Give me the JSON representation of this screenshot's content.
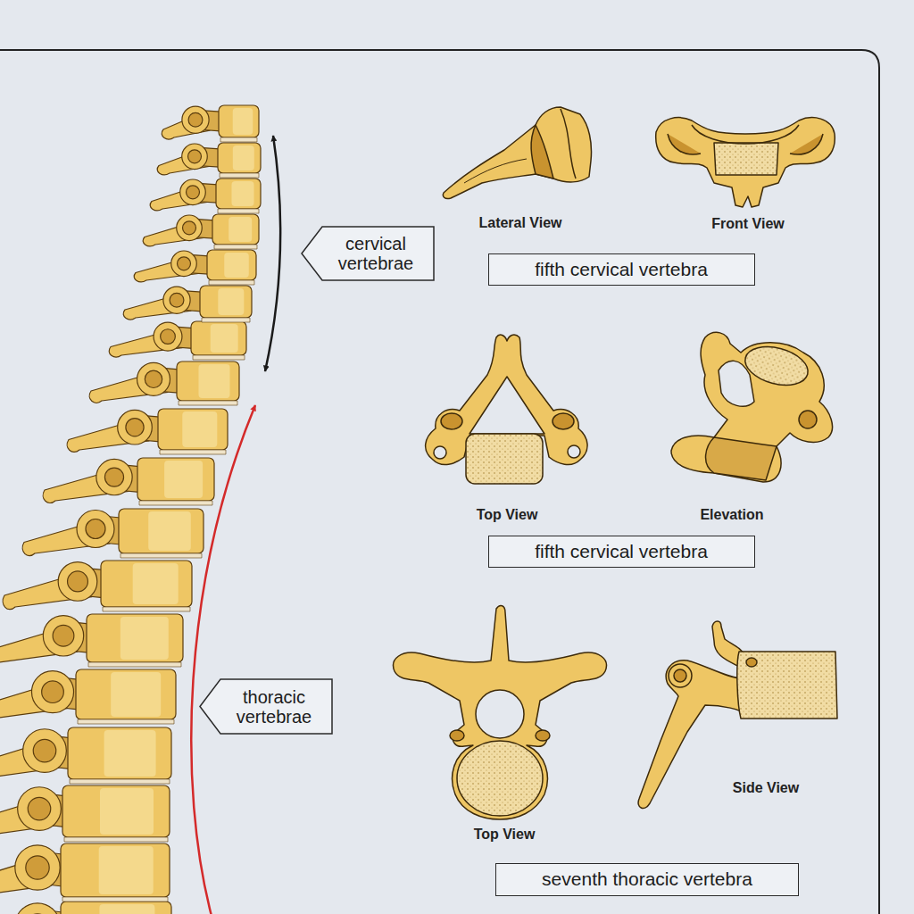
{
  "diagram": {
    "nodes": [
      {
        "text": [
          "cervical vertebrae"
        ]
      },
      {
        "text": [
          "fifth cervical vertebra"
        ]
      },
      {
        "text": [
          "fifth cervical vertebra"
        ]
      },
      {
        "text": [
          "thoracic vertebrae"
        ]
      },
      {
        "text": [
          "seventh thoracic vertebra"
        ]
      }
    ],
    "labels": [
      "Lateral View",
      "Front View",
      "Top View",
      "Elevation",
      "Top View",
      "Side View"
    ]
  }
}
